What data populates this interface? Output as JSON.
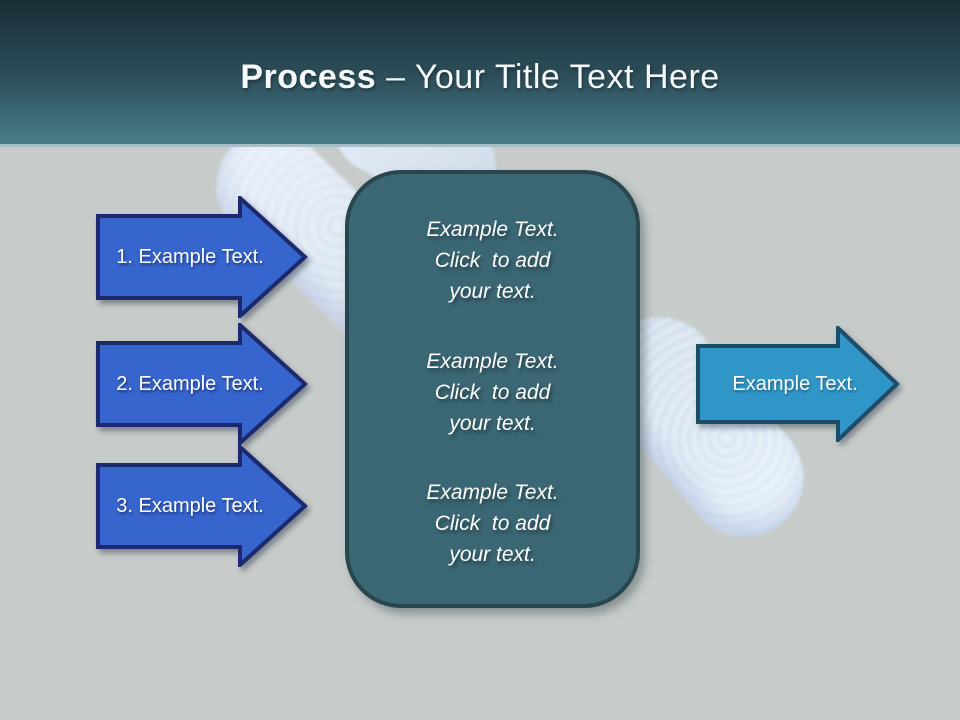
{
  "slide": {
    "header": {
      "title_bold": "Process",
      "title_separator": " – ",
      "title_rest": "Your Title Text Here"
    },
    "steps": [
      {
        "label": "1. Example Text."
      },
      {
        "label": "2. Example Text."
      },
      {
        "label": "3. Example Text."
      }
    ],
    "detail_box": {
      "paragraphs": [
        "Example Text.\nClick  to add\nyour text.",
        "Example Text.\nClick  to add\nyour text.",
        "Example Text.\nClick  to add\nyour text."
      ]
    },
    "output_arrow": {
      "label": "Example Text."
    },
    "colors": {
      "header_top": "#1b2e36",
      "header_bottom": "#487c8a",
      "body_bg": "#c7ccca",
      "step_arrow_fill": "#3665cd",
      "step_arrow_border": "#1b2a6e",
      "output_arrow_fill": "#3096c8",
      "output_arrow_border": "#1c4c68",
      "box_fill": "#3b6774",
      "box_border": "#28464e"
    }
  }
}
